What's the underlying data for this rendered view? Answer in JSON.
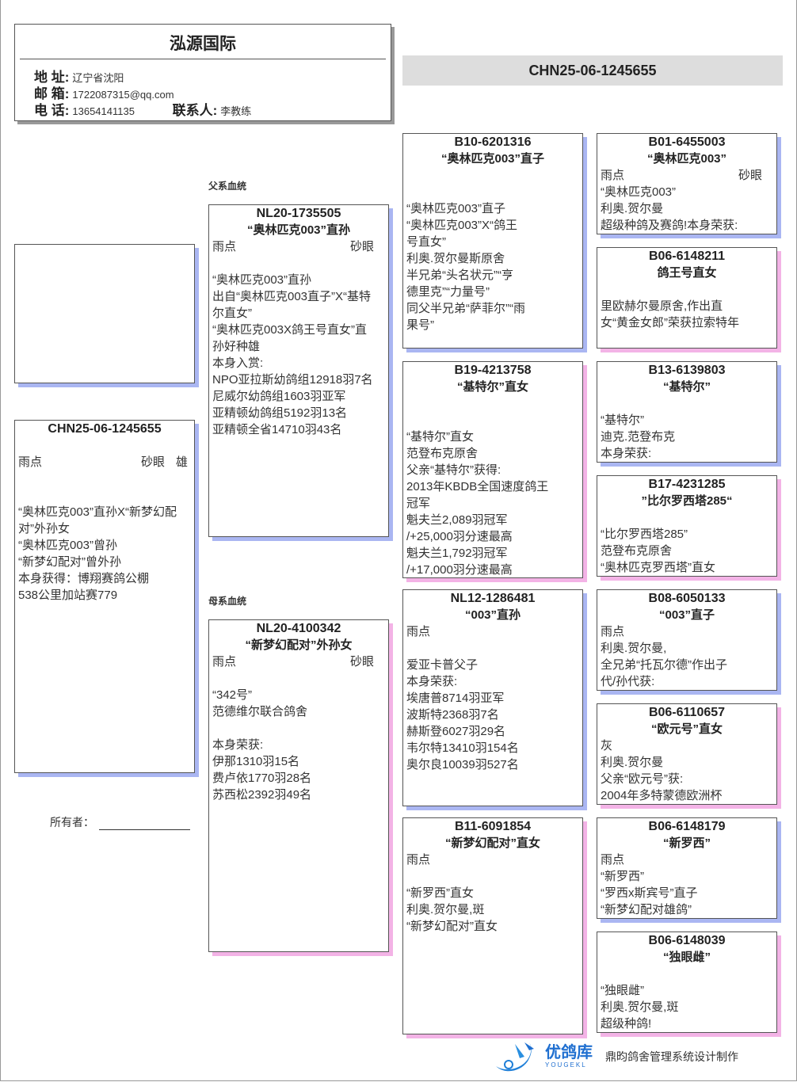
{
  "header": {
    "title": "泓源国际",
    "address_label": "地 址:",
    "address": "辽宁省沈阳",
    "email_label": "邮 箱:",
    "email": "1722087315@qq.com",
    "phone_label": "电 话:",
    "phone": "13654141135",
    "contact_label": "联系人:",
    "contact": "李教练"
  },
  "banner": "CHN25-06-1245655",
  "sections": {
    "paternal": "父系血统",
    "maternal": "母系血统"
  },
  "owner": {
    "label": "所有者："
  },
  "footer": {
    "brand_cn": "优鸽库",
    "brand_en": "YOUGEKL",
    "credit": "鼎昀鸽舍管理系统设计制作"
  },
  "colors": {
    "male_shadow": "#aab6f2",
    "female_shadow": "#f3b3e6"
  },
  "cards": [
    {
      "id": "CHN25-06-1245655",
      "name": "",
      "color": "雨点",
      "eye": "砂眼",
      "sex": "雄",
      "notes": [
        "“奥林匹克003”直孙X“新梦幻配",
        "对”外孙女",
        "“奥林匹克003”曾孙",
        "“新梦幻配对”曾外孙",
        "本身获得：博翔赛鸽公棚",
        "538公里加站赛779"
      ]
    },
    {
      "id": "NL20-1735505",
      "name": "“奥林匹克003”直孙",
      "color": "雨点",
      "eye": "砂眼",
      "notes": [
        "“奥林匹克003”直孙",
        "出自“奥林匹克003直子”X“基特",
        "尔直女”",
        "“奥林匹克003X鸽王号直女”直",
        "孙好种雄",
        "本身入赏:",
        "NPO亚拉斯幼鸽组12918羽7名",
        "尼威尔幼鸽组1603羽亚军",
        "亚精顿幼鸽组5192羽13名",
        "亚精顿全省14710羽43名"
      ]
    },
    {
      "id": "NL20-4100342",
      "name": "“新梦幻配对”外孙女",
      "color": "雨点",
      "eye": "砂眼",
      "notes": [
        "“342号”",
        "范德维尔联合鸽舍",
        "",
        "本身荣获:",
        "伊那1310羽15名",
        "费卢依1770羽28名",
        "苏西松2392羽49名"
      ]
    },
    {
      "id": "B10-6201316",
      "name": "“奥林匹克003”直子",
      "notes": [
        "“奥林匹克003”直子",
        "“奥林匹克003”X“鸽王",
        "号直女”",
        "利奥.贺尔曼斯原舍",
        "半兄弟“头名状元”“亨",
        "德里克”“力量号”",
        "同父半兄弟“萨菲尔”“雨",
        "果号”"
      ]
    },
    {
      "id": "B19-4213758",
      "name": "“基特尔”直女",
      "notes": [
        "“基特尔”直女",
        "范登布克原舍",
        "父亲“基特尔”获得:",
        "2013年KBDB全国速度鸽王",
        "冠军",
        "魁夫兰2,089羽冠军",
        "/+25,000羽分速最高",
        "魁夫兰1,792羽冠军",
        "/+17,000羽分速最高"
      ]
    },
    {
      "id": "NL12-1286481",
      "name": "“003”直孙",
      "color": "雨点",
      "notes": [
        "爱亚卡普父子",
        "本身荣获:",
        "埃唐普8714羽亚军",
        "波斯特2368羽7名",
        "赫斯登6027羽29名",
        "韦尔特13410羽154名",
        "奥尔良10039羽527名"
      ]
    },
    {
      "id": "B11-6091854",
      "name": "“新梦幻配对”直女",
      "color": "雨点",
      "notes": [
        "“新罗西”直女",
        "利奥.贺尔曼,斑",
        "“新梦幻配对”直女"
      ]
    },
    {
      "id": "B01-6455003",
      "name": "“奥林匹克003”",
      "color": "雨点",
      "eye": "砂眼",
      "notes": [
        "“奥林匹克003”",
        "利奥.贺尔曼",
        "超级种鸽及赛鸽!本身荣获:"
      ]
    },
    {
      "id": "B06-6148211",
      "name": "鸽王号直女",
      "notes": [
        "里欧赫尔曼原舍,作出直",
        "女“黄金女郎”荣获拉索特年"
      ]
    },
    {
      "id": "B13-6139803",
      "name": "“基特尔”",
      "notes": [
        "“基特尔”",
        "迪克.范登布克",
        "本身荣获:"
      ]
    },
    {
      "id": "B17-4231285",
      "name": "”比尔罗西塔285“",
      "notes": [
        "“比尔罗西塔285”",
        "范登布克原舍",
        "“奥林匹克罗西塔”直女"
      ]
    },
    {
      "id": "B08-6050133",
      "name": "“003”直子",
      "color": "雨点",
      "notes": [
        "利奥.贺尔曼,",
        "全兄弟“托瓦尔德”作出子",
        "代/孙代获:"
      ]
    },
    {
      "id": "B06-6110657",
      "name": "“欧元号”直女",
      "color": "灰",
      "notes": [
        "利奥.贺尔曼",
        "父亲“欧元号”获:",
        "2004年多特蒙德欧洲杯"
      ]
    },
    {
      "id": "B06-6148179",
      "name": "“新罗西”",
      "color": "雨点",
      "notes": [
        "“新罗西”",
        "“罗西x斯宾号”直子",
        "“新梦幻配对雄鸽”"
      ]
    },
    {
      "id": "B06-6148039",
      "name": "“独眼雌”",
      "notes": [
        "“独眼雌”",
        "利奥.贺尔曼,斑",
        "超级种鸽!"
      ]
    }
  ]
}
